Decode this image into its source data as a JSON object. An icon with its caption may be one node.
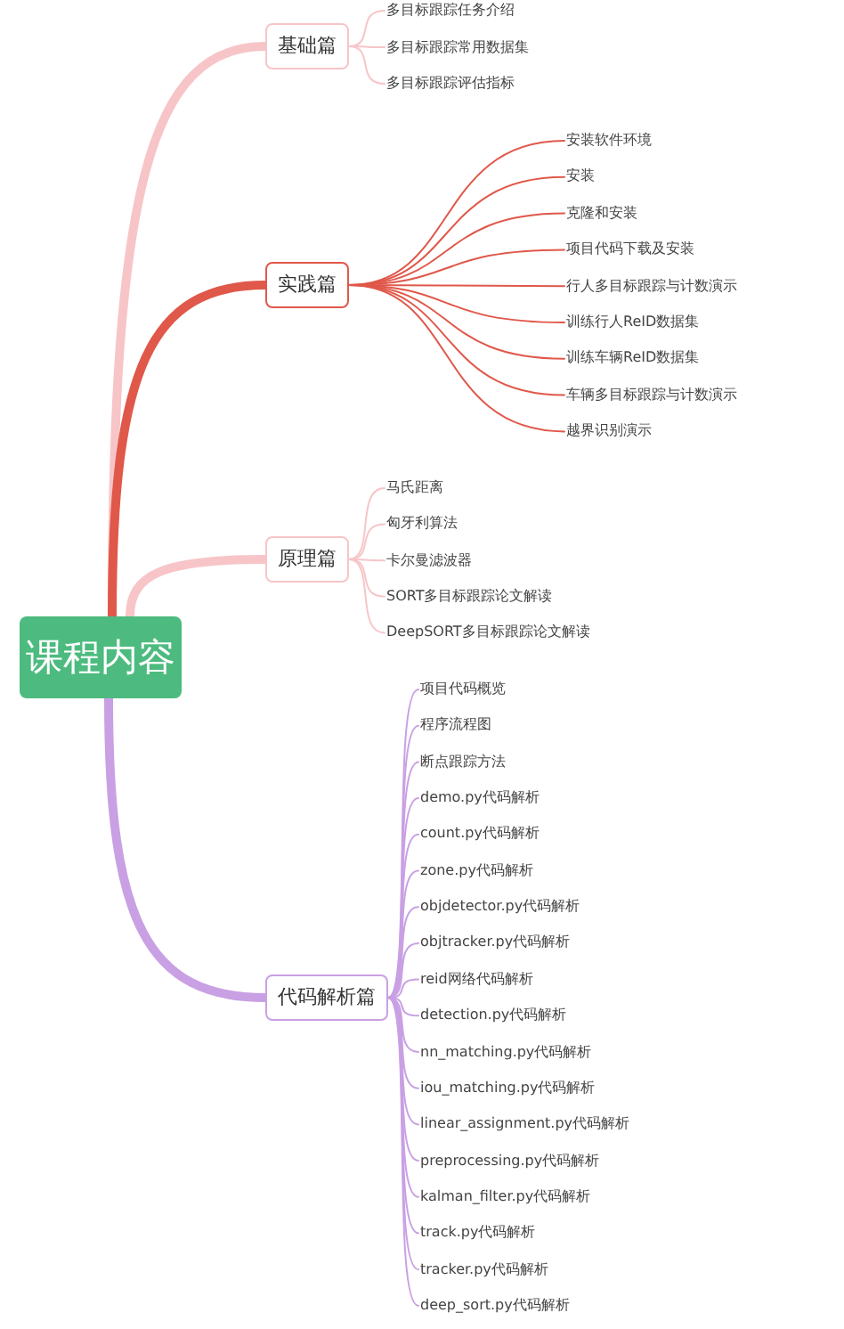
{
  "diagram": {
    "nodes": [
      {
        "text": [
          "课程内容"
        ]
      },
      {
        "text": [
          "基础篇"
        ]
      },
      {
        "text": [
          "多目标跟踪任务介绍"
        ]
      },
      {
        "text": [
          "多目标跟踪常用数据集"
        ]
      },
      {
        "text": [
          "多目标跟踪评估指标"
        ]
      },
      {
        "text": [
          "实践篇"
        ]
      },
      {
        "text": [
          "安装软件环境"
        ]
      },
      {
        "text": [
          "安装"
        ]
      },
      {
        "text": [
          "克隆和安装"
        ]
      },
      {
        "text": [
          "项目代码下载及安装"
        ]
      },
      {
        "text": [
          "行人多目标跟踪与计数演示"
        ]
      },
      {
        "text": [
          "训练行人ReID数据集"
        ]
      },
      {
        "text": [
          "训练车辆ReID数据集"
        ]
      },
      {
        "text": [
          "车辆多目标跟踪与计数演示"
        ]
      },
      {
        "text": [
          "越界识别演示"
        ]
      },
      {
        "text": [
          "原理篇"
        ]
      },
      {
        "text": [
          "马氏距离"
        ]
      },
      {
        "text": [
          "匈牙利算法"
        ]
      },
      {
        "text": [
          "卡尔曼滤波器"
        ]
      },
      {
        "text": [
          "SORT多目标跟踪论文解读"
        ]
      },
      {
        "text": [
          "DeepSORT多目标跟踪论文解读"
        ]
      },
      {
        "text": [
          "代码解析篇"
        ]
      },
      {
        "text": [
          "项目代码概览"
        ]
      },
      {
        "text": [
          "程序流程图"
        ]
      },
      {
        "text": [
          "断点跟踪方法"
        ]
      },
      {
        "text": [
          "demo.py代码解析"
        ]
      },
      {
        "text": [
          "count.py代码解析"
        ]
      },
      {
        "text": [
          "zone.py代码解析"
        ]
      },
      {
        "text": [
          "objdetector.py代码解析"
        ]
      },
      {
        "text": [
          "objtracker.py代码解析"
        ]
      },
      {
        "text": [
          "reid网络代码解析"
        ]
      },
      {
        "text": [
          "detection.py代码解析"
        ]
      },
      {
        "text": [
          "nn_matching.py代码解析"
        ]
      },
      {
        "text": [
          "iou_matching.py代码解析"
        ]
      },
      {
        "text": [
          "linear_assignment.py代码解析"
        ]
      },
      {
        "text": [
          "preprocessing.py代码解析"
        ]
      },
      {
        "text": [
          "kalman_filter.py代码解析"
        ]
      },
      {
        "text": [
          "track.py代码解析"
        ]
      },
      {
        "text": [
          "tracker.py代码解析"
        ]
      },
      {
        "text": [
          "deep_sort.py代码解析"
        ]
      }
    ],
    "edges": [
      {
        "from": 0,
        "to": 1,
        "arrow": "none",
        "style": "thick",
        "color": "#f7c5c8"
      },
      {
        "from": 1,
        "to": 2,
        "arrow": "none",
        "color": "#f7c5c8"
      },
      {
        "from": 1,
        "to": 3,
        "arrow": "none",
        "color": "#f7c5c8"
      },
      {
        "from": 1,
        "to": 4,
        "arrow": "none",
        "color": "#f7c5c8"
      },
      {
        "from": 0,
        "to": 5,
        "arrow": "none",
        "style": "thick",
        "color": "#e0584a"
      },
      {
        "from": 5,
        "to": 6,
        "arrow": "none",
        "color": "#e0584a"
      },
      {
        "from": 5,
        "to": 7,
        "arrow": "none",
        "color": "#e0584a"
      },
      {
        "from": 5,
        "to": 8,
        "arrow": "none",
        "color": "#e0584a"
      },
      {
        "from": 5,
        "to": 9,
        "arrow": "none",
        "color": "#e0584a"
      },
      {
        "from": 5,
        "to": 10,
        "arrow": "none",
        "color": "#e0584a"
      },
      {
        "from": 5,
        "to": 11,
        "arrow": "none",
        "color": "#e0584a"
      },
      {
        "from": 5,
        "to": 12,
        "arrow": "none",
        "color": "#e0584a"
      },
      {
        "from": 5,
        "to": 13,
        "arrow": "none",
        "color": "#e0584a"
      },
      {
        "from": 5,
        "to": 14,
        "arrow": "none",
        "color": "#e0584a"
      },
      {
        "from": 0,
        "to": 15,
        "arrow": "none",
        "style": "thick",
        "color": "#f7c5c8"
      },
      {
        "from": 15,
        "to": 16,
        "arrow": "none",
        "color": "#f7c5c8"
      },
      {
        "from": 15,
        "to": 17,
        "arrow": "none",
        "color": "#f7c5c8"
      },
      {
        "from": 15,
        "to": 18,
        "arrow": "none",
        "color": "#f7c5c8"
      },
      {
        "from": 15,
        "to": 19,
        "arrow": "none",
        "color": "#f7c5c8"
      },
      {
        "from": 15,
        "to": 20,
        "arrow": "none",
        "color": "#f7c5c8"
      },
      {
        "from": 0,
        "to": 21,
        "arrow": "none",
        "style": "thick"
      },
      {
        "from": 21,
        "to": 22,
        "arrow": "none"
      },
      {
        "from": 21,
        "to": 23,
        "arrow": "none"
      },
      {
        "from": 21,
        "to": 24,
        "arrow": "none"
      },
      {
        "from": 21,
        "to": 25,
        "arrow": "none"
      },
      {
        "from": 21,
        "to": 26,
        "arrow": "none"
      },
      {
        "from": 21,
        "to": 27,
        "arrow": "none"
      },
      {
        "from": 21,
        "to": 28,
        "arrow": "none"
      },
      {
        "from": 21,
        "to": 29,
        "arrow": "none"
      },
      {
        "from": 21,
        "to": 30,
        "arrow": "none"
      },
      {
        "from": 21,
        "to": 31,
        "arrow": "none"
      },
      {
        "from": 21,
        "to": 32,
        "arrow": "none"
      },
      {
        "from": 21,
        "to": 33,
        "arrow": "none"
      },
      {
        "from": 21,
        "to": 34,
        "arrow": "none"
      },
      {
        "from": 21,
        "to": 35,
        "arrow": "none"
      },
      {
        "from": 21,
        "to": 36,
        "arrow": "none"
      },
      {
        "from": 21,
        "to": 37,
        "arrow": "none"
      },
      {
        "from": 21,
        "to": 38,
        "arrow": "none"
      },
      {
        "from": 21,
        "to": 39,
        "arrow": "none"
      }
    ]
  }
}
